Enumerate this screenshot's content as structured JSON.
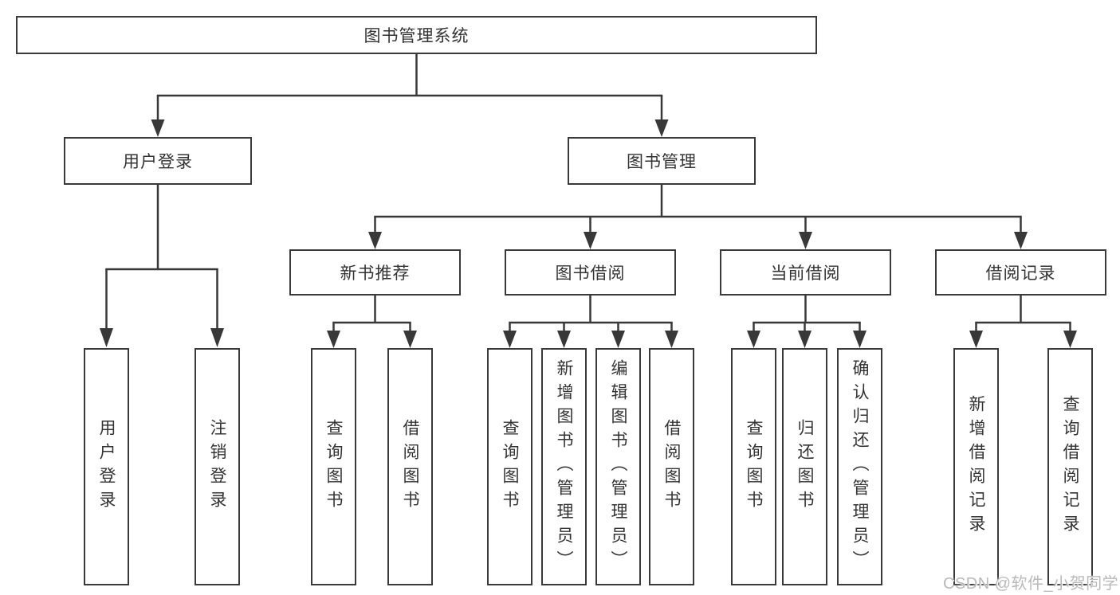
{
  "diagram": {
    "root": {
      "label": "图书管理系统",
      "children": [
        {
          "label": "用户登录",
          "children": [
            {
              "label": "用户登录"
            },
            {
              "label": "注销登录"
            }
          ]
        },
        {
          "label": "图书管理",
          "children": [
            {
              "label": "新书推荐",
              "children": [
                {
                  "label": "查询图书"
                },
                {
                  "label": "借阅图书"
                }
              ]
            },
            {
              "label": "图书借阅",
              "children": [
                {
                  "label": "查询图书"
                },
                {
                  "label": "新增图书（管理员）"
                },
                {
                  "label": "编辑图书（管理员）"
                },
                {
                  "label": "借阅图书"
                }
              ]
            },
            {
              "label": "当前借阅",
              "children": [
                {
                  "label": "查询图书"
                },
                {
                  "label": "归还图书"
                },
                {
                  "label": "确认归还（管理员）"
                }
              ]
            },
            {
              "label": "借阅记录",
              "children": [
                {
                  "label": "新增借阅记录"
                },
                {
                  "label": "查询借阅记录"
                }
              ]
            }
          ]
        }
      ]
    },
    "line_color": "#383838"
  },
  "watermark": {
    "text": "CSDN @软件_小贺同学"
  }
}
